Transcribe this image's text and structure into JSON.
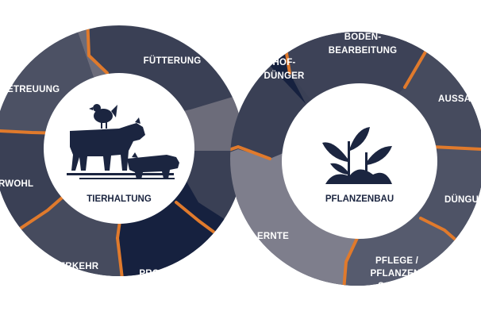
{
  "colors": {
    "navy": "#16213f",
    "slate": "#3a4055",
    "mid": "#4c5164",
    "grey": "#72727f",
    "light_grey": "#8a8a96",
    "accent_orange": "#e07a2c",
    "hub_white": "#ffffff"
  },
  "left_wheel": {
    "hub_label": "TIERHALTUNG",
    "hub_icon": "livestock-icon",
    "segments": {
      "fuetterung": "FÜTTERUNG",
      "betreuung": "BETREUUNG",
      "tierwohl": "RWOHL",
      "tierverkehr": "TIERVERKEHR",
      "produktion": "PRODUKTION"
    }
  },
  "right_wheel": {
    "hub_label": "PFLANZENBAU",
    "hub_icon": "seedling-icon",
    "segments": {
      "hofduenger": [
        "HOF-",
        "DÜNGER"
      ],
      "bodenbearbeitung": [
        "BODEN-",
        "BEARBEITUNG"
      ],
      "aussaat": "AUSSAAT",
      "duengung": "DÜNGUNG",
      "pflege": [
        "PFLEGE /",
        "PFLANZEN-",
        "SCHUTZ"
      ]
    }
  },
  "shared_segment": "ERNTE"
}
